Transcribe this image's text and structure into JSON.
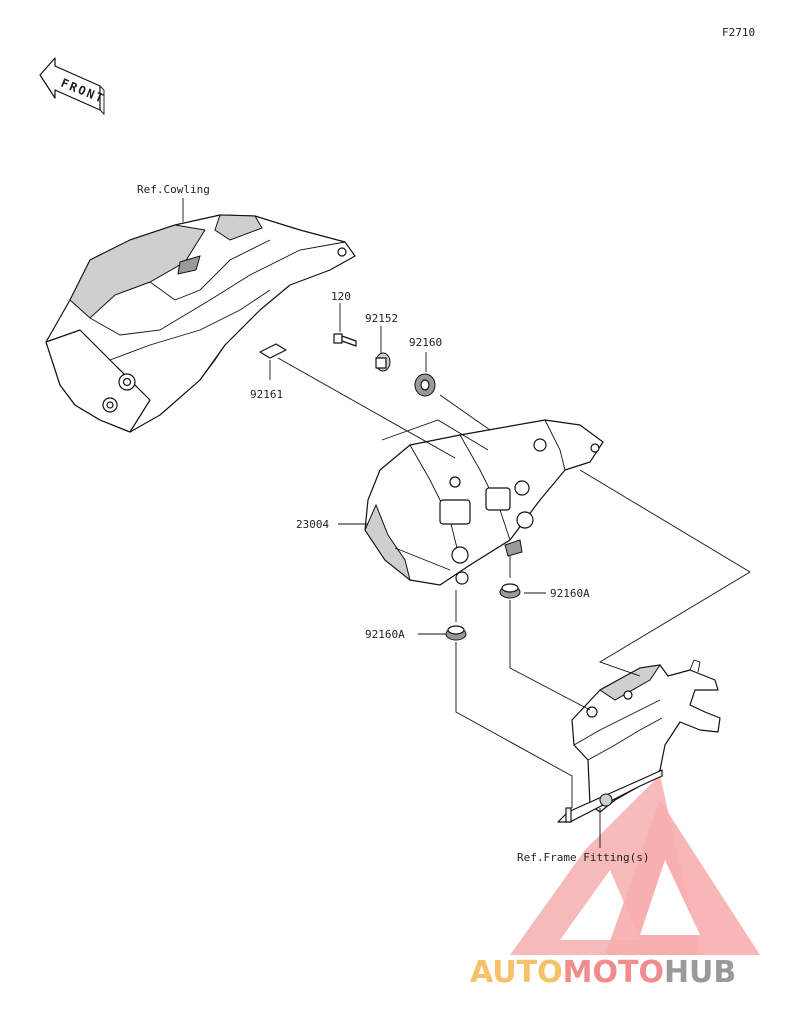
{
  "figure_code": "F2710",
  "front_label": "FRONT",
  "callouts": {
    "cowling": "Ref.Cowling",
    "bolt": "120",
    "collar": "92152",
    "grommet": "92160",
    "pad": "92161",
    "meter": "23004",
    "grommet_right": "92160A",
    "grommet_left": "92160A",
    "frame": "Ref.Frame Fitting(s)"
  },
  "watermark": {
    "part1": "AUTO",
    "part2": "MOTO",
    "part3": "HUB",
    "colors": {
      "auto": "#f6c168",
      "moto": "#f08c8c",
      "hub": "#9a9a9a",
      "logo": "#f39a9a"
    }
  }
}
